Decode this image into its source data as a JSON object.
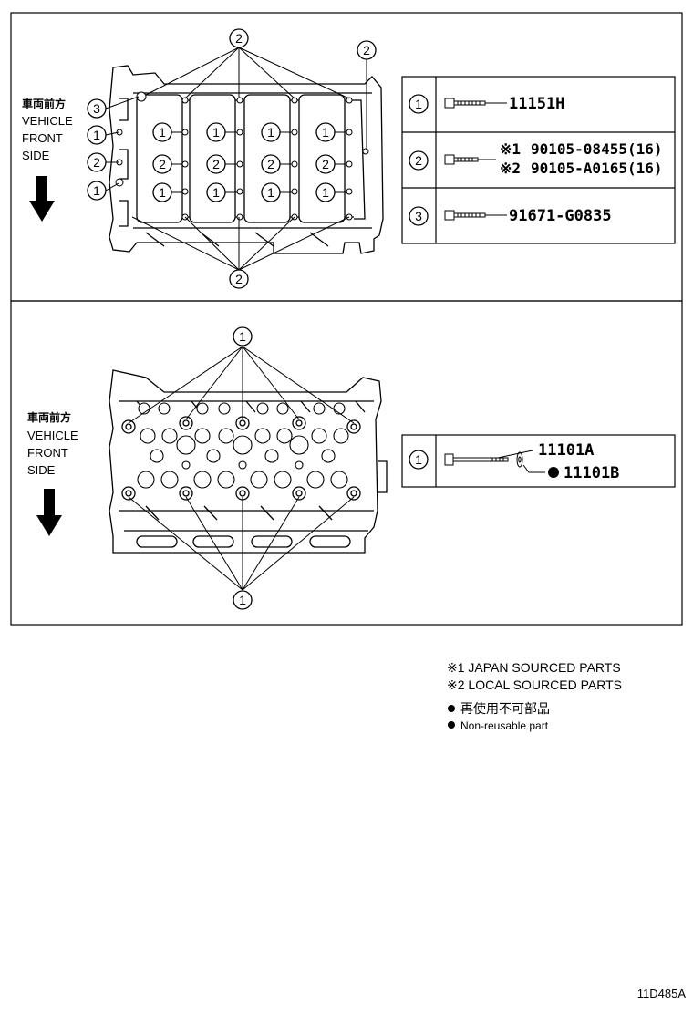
{
  "top_panel": {
    "direction": {
      "jp": "車両前方",
      "line1": "VEHICLE",
      "line2": "FRONT",
      "line3": "SIDE"
    },
    "callouts": {
      "c1": "1",
      "c2": "2",
      "c3": "3"
    },
    "legend": [
      {
        "num": "1",
        "part": "11151H"
      },
      {
        "num": "2",
        "mark1": "※1",
        "part1": "90105-08455(16)",
        "mark2": "※2",
        "part2": "90105-A0165(16)"
      },
      {
        "num": "3",
        "part": "91671-G0835"
      }
    ]
  },
  "bottom_panel": {
    "direction": {
      "jp": "車両前方",
      "line1": "VEHICLE",
      "line2": "FRONT",
      "line3": "SIDE"
    },
    "callouts": {
      "c1": "1"
    },
    "legend": {
      "num": "1",
      "part_a": "11101A",
      "part_b": "11101B"
    }
  },
  "notes": {
    "note1": "※1 JAPAN SOURCED PARTS",
    "note2": "※2 LOCAL SOURCED PARTS",
    "note3_jp": "再使用不可部品",
    "note3_en": "Non-reusable part"
  },
  "footer": {
    "code": "11D485A"
  }
}
